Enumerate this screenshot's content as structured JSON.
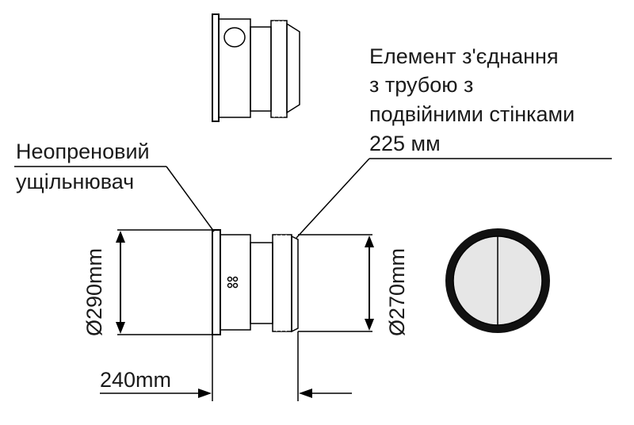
{
  "labels": {
    "element_line1": "Елемент з'єднання",
    "element_line2": "з трубою з",
    "element_line3": "подвійними стінками",
    "element_line4": "225 мм",
    "seal_line1": "Неопреновий",
    "seal_line2": "ущільнювач"
  },
  "dimensions": {
    "outer_diameter": "Ø290mm",
    "inner_diameter": "Ø270mm",
    "length": "240mm"
  },
  "colors": {
    "line": "#000000",
    "body_fill": "#e6e6e6",
    "seal_fill": "#111111",
    "background": "#ffffff"
  }
}
